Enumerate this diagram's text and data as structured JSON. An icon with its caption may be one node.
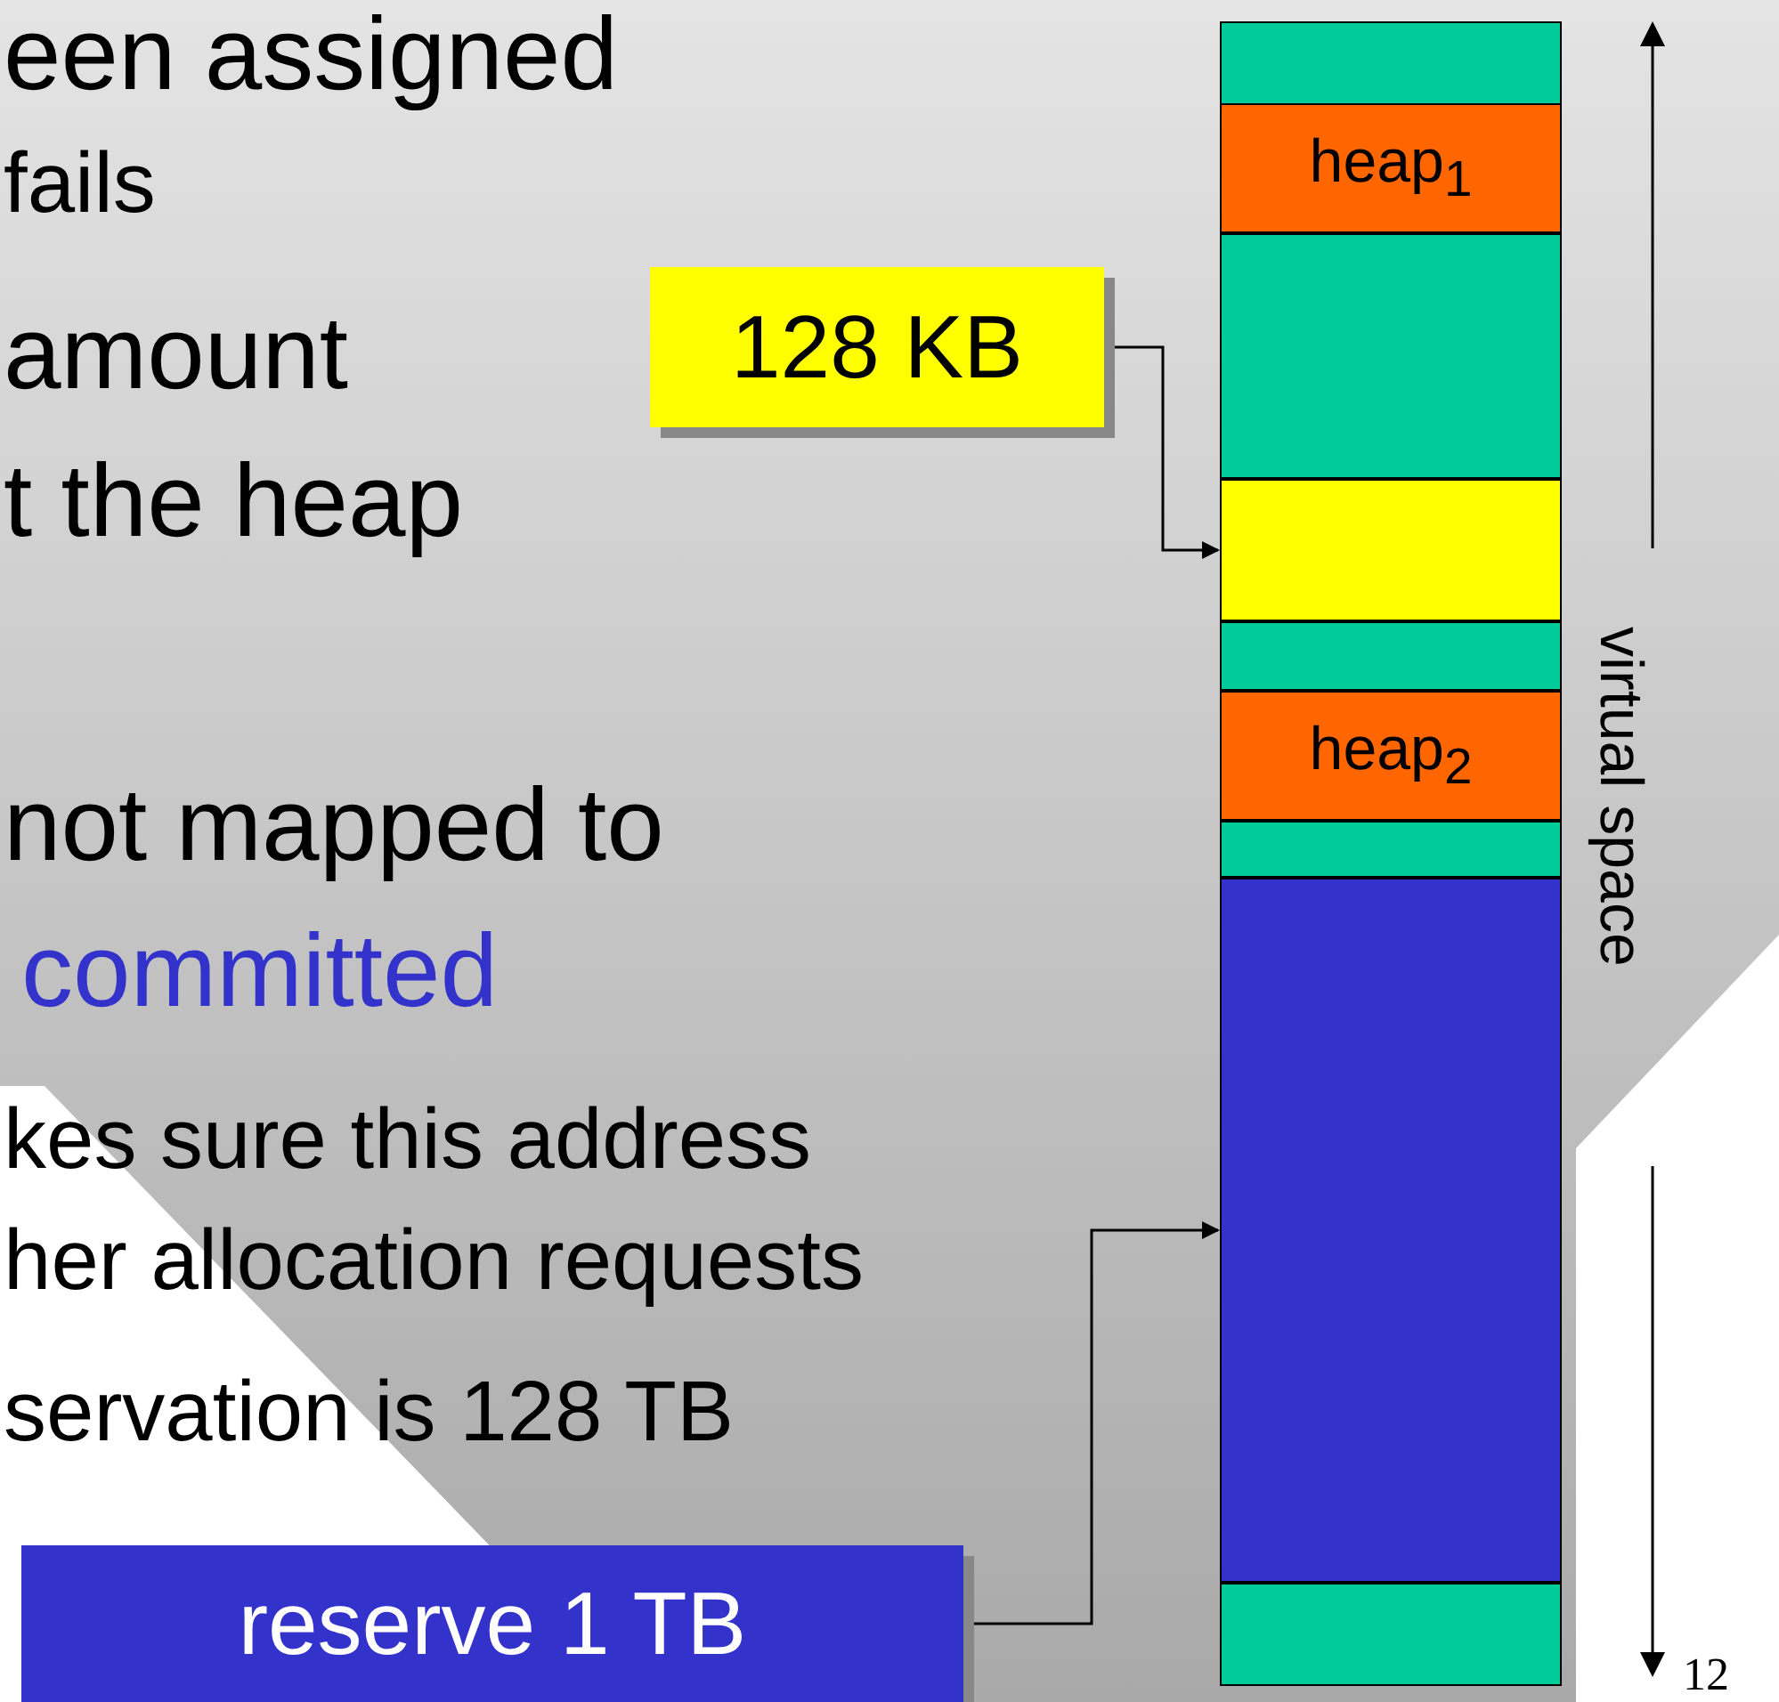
{
  "diagram": {
    "nodes": [
      {
        "text": [],
        "shape": "box"
      },
      {
        "text": [
          "heap$_{1}$"
        ]
      },
      {
        "text": [
          "128 KB"
        ]
      },
      {
        "text": [],
        "shape": "box"
      },
      {
        "text": [],
        "shape": "box"
      },
      {
        "text": [],
        "shape": "box"
      },
      {
        "text": [
          "heap$_{2}$"
        ]
      },
      {
        "text": [],
        "shape": "box"
      },
      {
        "text": [],
        "shape": "box"
      },
      {
        "text": [
          "reserve 1 TB"
        ]
      },
      {
        "text": [],
        "shape": "box"
      }
    ],
    "edges": [
      {
        "from": 2,
        "to": 4,
        "arrow": "to"
      },
      {
        "from": 9,
        "to": 8,
        "arrow": "to"
      }
    ],
    "labels": [
      "een assigned",
      "fails",
      "amount",
      "t the heap",
      "not mapped to",
      "committed",
      "kes sure this address",
      "her allocation requests",
      "servation is 128 TB",
      "virtual space",
      "12"
    ]
  }
}
